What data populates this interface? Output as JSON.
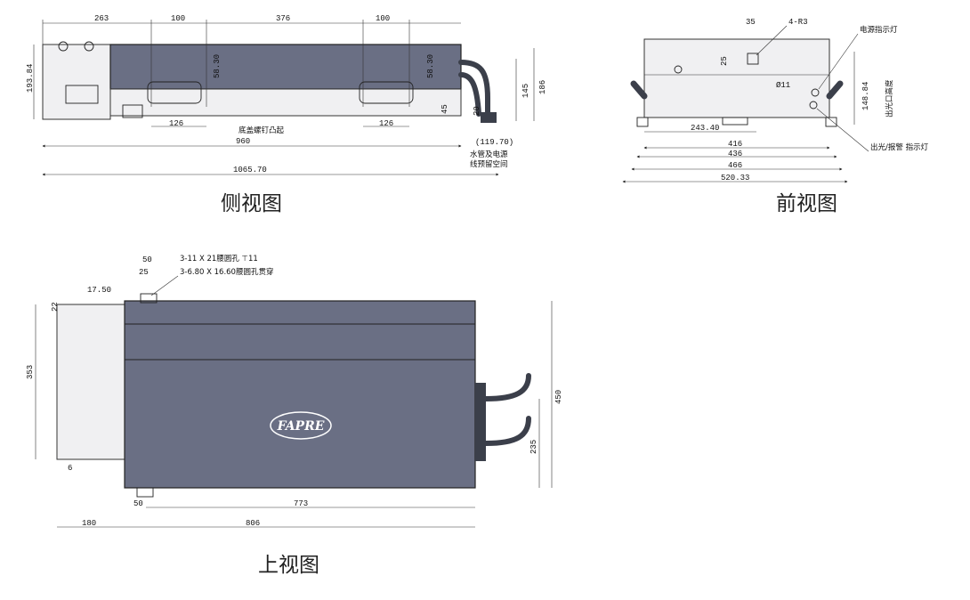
{
  "titles": {
    "side": "侧视图",
    "front": "前视图",
    "top": "上视图"
  },
  "side_view": {
    "dims": {
      "a": "263",
      "b": "100",
      "c": "376",
      "d": "100",
      "h_left": "193.84",
      "h1": "58.30",
      "h2": "58.30",
      "h3": "145",
      "h4": "186",
      "h5": "45",
      "h6": "20",
      "w1": "126",
      "w2": "126",
      "len960": "960",
      "len_total": "1065.70",
      "clearance": "(119.70)"
    },
    "notes": {
      "bottom_nut": "底盖螺钉凸起",
      "pipe_space_l1": "水管及电源",
      "pipe_space_l2": "线预留空间"
    }
  },
  "front_view": {
    "dims": {
      "d35": "35",
      "r3": "4-R3",
      "d25": "25",
      "phi": "Ø11",
      "h": "148.84",
      "w243": "243.40",
      "w416": "416",
      "w436": "436",
      "w466": "466",
      "w520": "520.33"
    },
    "notes": {
      "power_indicator": "电源指示灯",
      "output_height": "出光口高度",
      "out_indicator": "出光/报警 指示灯"
    }
  },
  "top_view": {
    "brand": "FAPRE",
    "dims": {
      "d50": "50",
      "d25": "25",
      "d1750": "17.50",
      "d22": "22",
      "d353": "353",
      "d6": "6",
      "d450": "450",
      "d235": "235",
      "d50b": "50",
      "d773": "773",
      "d180": "180",
      "d806": "806"
    },
    "notes": {
      "hole1": "3-11 X 21腰圆孔 ⊤11",
      "hole2": "3-6.80 X 16.60腰圆孔贯穿"
    }
  }
}
